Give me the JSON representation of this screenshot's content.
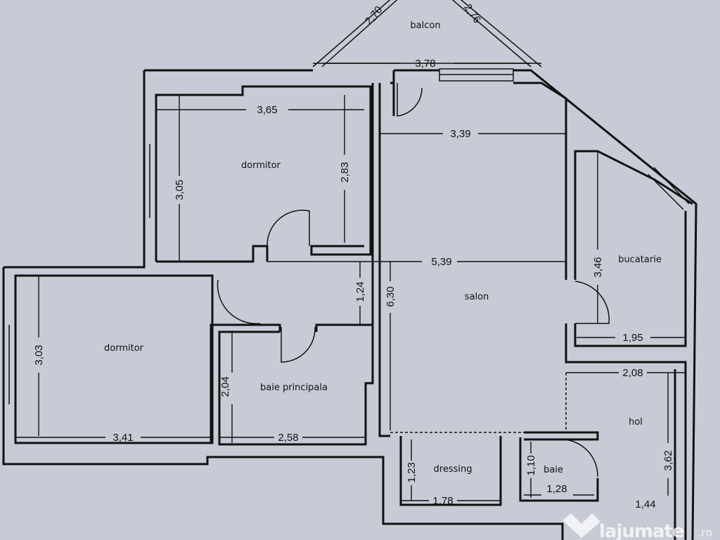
{
  "rooms": {
    "balcon": "balcon",
    "dormitor_top": "dormitor",
    "dormitor_left": "dormitor",
    "salon": "salon",
    "bucatarie": "bucatarie",
    "baie_principala": "baie principala",
    "hol": "hol",
    "dressing": "dressing",
    "baie": "baie"
  },
  "dimensions": {
    "balcon_left": "2,70",
    "balcon_right": "2,76",
    "balcon_width": "3,78",
    "dormitor_top_width": "3,65",
    "dormitor_top_height_left": "3,05",
    "dormitor_top_height_right": "2,83",
    "salon_top": "3,39",
    "salon_width": "5,39",
    "salon_height": "6,30",
    "hallway": "1,24",
    "bucatarie_height": "3,46",
    "bucatarie_width": "1,95",
    "dormitor_left_height": "3,03",
    "dormitor_left_width": "3,41",
    "baie_principala_height": "2,04",
    "baie_principala_width": "2,58",
    "hol_width": "2,08",
    "hol_height": "3,62",
    "dressing_height": "1,23",
    "dressing_width": "1,78",
    "baie_height": "1,10",
    "baie_width": "1,28",
    "hol_bottom": "1,44"
  },
  "watermark": {
    "brand": "lajumate",
    "tld": ".ro"
  }
}
